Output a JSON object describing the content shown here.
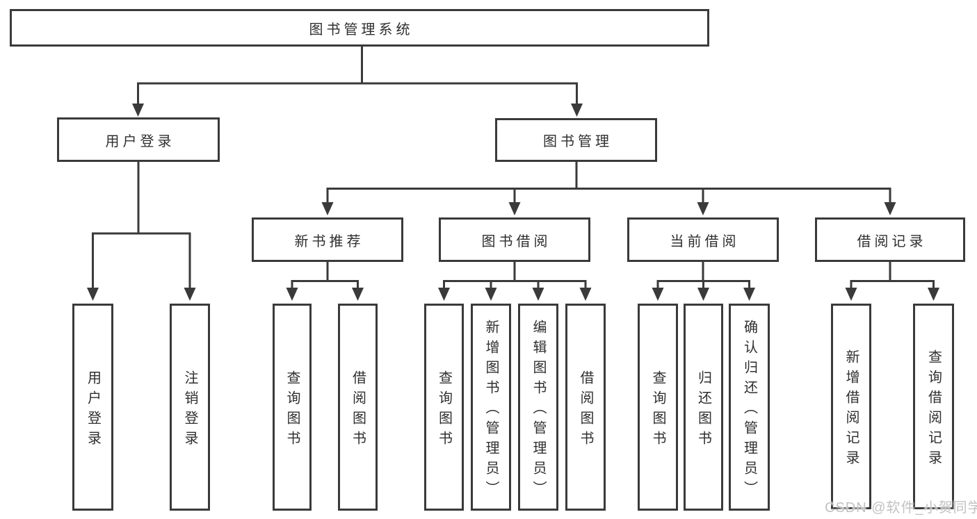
{
  "tree": {
    "label": "图书管理系统",
    "children": [
      {
        "label": "用户登录",
        "children": [
          {
            "label": "用户登录"
          },
          {
            "label": "注销登录"
          }
        ]
      },
      {
        "label": "图书管理",
        "children": [
          {
            "label": "新书推荐",
            "children": [
              {
                "label": "查询图书"
              },
              {
                "label": "借阅图书"
              }
            ]
          },
          {
            "label": "图书借阅",
            "children": [
              {
                "label": "查询图书"
              },
              {
                "label": "新增图书（管理员）"
              },
              {
                "label": "编辑图书（管理员）"
              },
              {
                "label": "借阅图书"
              }
            ]
          },
          {
            "label": "当前借阅",
            "children": [
              {
                "label": "查询图书"
              },
              {
                "label": "归还图书"
              },
              {
                "label": "确认归还（管理员）"
              }
            ]
          },
          {
            "label": "借阅记录",
            "children": [
              {
                "label": "新增借阅记录"
              },
              {
                "label": "查询借阅记录"
              }
            ]
          }
        ]
      }
    ]
  },
  "watermark": {
    "text": "CSDN @软件_小贺同学"
  },
  "colors": {
    "line": "#3a3a3a",
    "text": "#2f2f2f",
    "background": "#ffffff",
    "watermark": "#c2c2c2"
  }
}
